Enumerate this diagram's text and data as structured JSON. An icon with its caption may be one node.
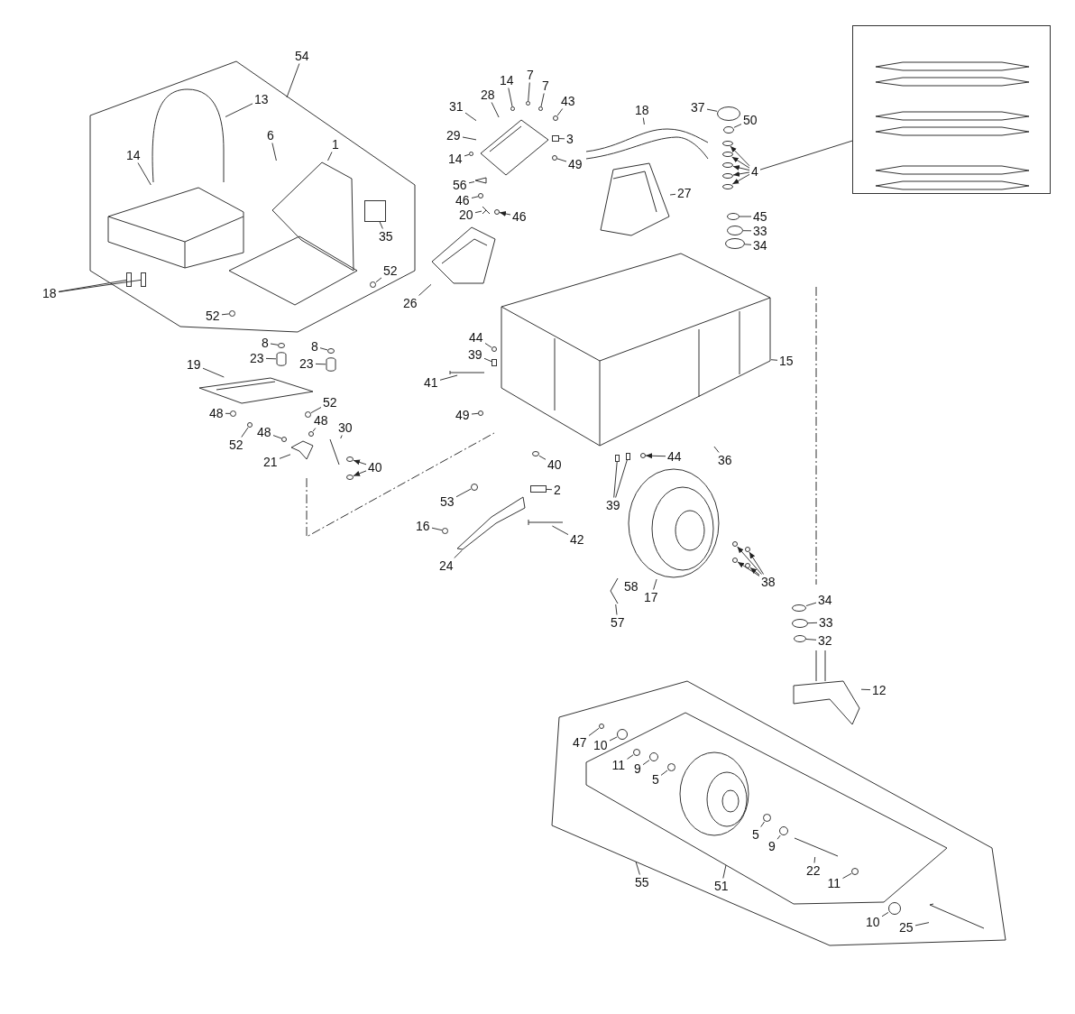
{
  "diagram": {
    "nodes": [
      {
        "text": [
          "54"
        ]
      },
      {
        "text": [
          "13"
        ],
        "in": 81
      },
      {
        "text": [
          "14"
        ],
        "in": 81
      },
      {
        "text": [
          "1"
        ],
        "in": 81
      },
      {
        "text": [
          "6"
        ],
        "in": 81
      },
      {
        "text": [
          "35"
        ],
        "in": 81
      },
      {
        "text": [
          "18"
        ]
      },
      {
        "text": [
          "52"
        ],
        "in": 81
      },
      {
        "text": [
          "52"
        ],
        "in": 81
      },
      {
        "text": [
          "8"
        ]
      },
      {
        "text": [
          "23"
        ]
      },
      {
        "text": [
          "8"
        ]
      },
      {
        "text": [
          "23"
        ]
      },
      {
        "text": [
          "19"
        ]
      },
      {
        "text": [
          "52"
        ]
      },
      {
        "text": [
          "48"
        ]
      },
      {
        "text": [
          "52"
        ]
      },
      {
        "text": [
          "48"
        ]
      },
      {
        "text": [
          "30"
        ]
      },
      {
        "text": [
          "48"
        ]
      },
      {
        "text": [
          "21"
        ]
      },
      {
        "text": [
          "40"
        ]
      },
      {
        "text": [
          "14"
        ]
      },
      {
        "text": [
          "7"
        ]
      },
      {
        "text": [
          "7"
        ]
      },
      {
        "text": [
          "28"
        ]
      },
      {
        "text": [
          "43"
        ]
      },
      {
        "text": [
          "31"
        ]
      },
      {
        "text": [
          "29"
        ]
      },
      {
        "text": [
          "3"
        ]
      },
      {
        "text": [
          "14"
        ]
      },
      {
        "text": [
          "49"
        ]
      },
      {
        "text": [
          "56"
        ]
      },
      {
        "text": [
          "46"
        ]
      },
      {
        "text": [
          "20"
        ]
      },
      {
        "text": [
          "46"
        ]
      },
      {
        "text": [
          "18"
        ]
      },
      {
        "text": [
          "37"
        ]
      },
      {
        "text": [
          "50"
        ]
      },
      {
        "text": [
          "4"
        ]
      },
      {
        "text": [],
        "shape": "box"
      },
      {
        "text": [
          "27"
        ]
      },
      {
        "text": [
          "45"
        ]
      },
      {
        "text": [
          "33"
        ]
      },
      {
        "text": [
          "34"
        ]
      },
      {
        "text": [
          "26"
        ]
      },
      {
        "text": [
          "44"
        ]
      },
      {
        "text": [
          "39"
        ]
      },
      {
        "text": [
          "15"
        ]
      },
      {
        "text": [
          "41"
        ]
      },
      {
        "text": [
          "49"
        ]
      },
      {
        "text": [
          "36"
        ]
      },
      {
        "text": [
          "40"
        ]
      },
      {
        "text": [
          "44"
        ]
      },
      {
        "text": [
          "53"
        ]
      },
      {
        "text": [
          "2"
        ]
      },
      {
        "text": [
          "39"
        ]
      },
      {
        "text": [
          "16"
        ]
      },
      {
        "text": [
          "24"
        ]
      },
      {
        "text": [
          "42"
        ]
      },
      {
        "text": [
          "38"
        ]
      },
      {
        "text": [
          "58"
        ]
      },
      {
        "text": [
          "17"
        ]
      },
      {
        "text": [
          "57"
        ]
      },
      {
        "text": [
          "34"
        ]
      },
      {
        "text": [
          "33"
        ]
      },
      {
        "text": [
          "32"
        ]
      },
      {
        "text": [
          "12"
        ]
      },
      {
        "text": [
          "47"
        ],
        "in": 82
      },
      {
        "text": [
          "10"
        ],
        "in": 82
      },
      {
        "text": [
          "11"
        ],
        "in": 83
      },
      {
        "text": [
          "9"
        ],
        "in": 83
      },
      {
        "text": [
          "5"
        ],
        "in": 83
      },
      {
        "text": [
          "5"
        ],
        "in": 83
      },
      {
        "text": [
          "9"
        ],
        "in": 83
      },
      {
        "text": [
          "55"
        ]
      },
      {
        "text": [
          "51"
        ],
        "in": 82
      },
      {
        "text": [
          "22"
        ],
        "in": 83
      },
      {
        "text": [
          "11"
        ],
        "in": 83
      },
      {
        "text": [
          "10"
        ],
        "in": 82
      },
      {
        "text": [
          "25"
        ],
        "in": 82
      },
      {
        "text": [],
        "shape": "polygon"
      },
      {
        "text": [],
        "shape": "polygon"
      },
      {
        "text": [],
        "shape": "polygon",
        "in": 82
      },
      {
        "text": [],
        "shape": "picture",
        "in": 81
      },
      {
        "text": [],
        "shape": "picture",
        "in": 81
      },
      {
        "text": [],
        "shape": "box",
        "in": 81
      },
      {
        "text": [],
        "shape": "box",
        "in": 81
      },
      {
        "text": [],
        "shape": "picture",
        "in": 81
      },
      {
        "text": [],
        "shape": "circle",
        "in": 81
      },
      {
        "text": [],
        "shape": "circle",
        "in": 81
      },
      {
        "text": [],
        "shape": "box",
        "in": 81
      },
      {
        "text": [],
        "shape": "circle"
      },
      {
        "text": [],
        "shape": "picture"
      },
      {
        "text": [],
        "shape": "circle"
      },
      {
        "text": [],
        "shape": "picture"
      },
      {
        "text": [],
        "shape": "picture"
      },
      {
        "text": [],
        "shape": "circle"
      },
      {
        "text": [],
        "shape": "circle"
      },
      {
        "text": [],
        "shape": "circle"
      },
      {
        "text": [],
        "shape": "circle"
      },
      {
        "text": [],
        "shape": "picture"
      },
      {
        "text": [],
        "shape": "circle"
      },
      {
        "text": [],
        "shape": "picture"
      },
      {
        "text": [],
        "shape": "circle"
      },
      {
        "text": [],
        "shape": "circle"
      },
      {
        "text": [],
        "shape": "picture"
      },
      {
        "text": [],
        "shape": "circle"
      },
      {
        "text": [],
        "shape": "circle"
      },
      {
        "text": [],
        "shape": "circle"
      },
      {
        "text": [],
        "shape": "circle"
      },
      {
        "text": [],
        "shape": "box"
      },
      {
        "text": [],
        "shape": "circle"
      },
      {
        "text": [],
        "shape": "circle"
      },
      {
        "text": [],
        "shape": "picture"
      },
      {
        "text": [],
        "shape": "circle"
      },
      {
        "text": [],
        "shape": "picture"
      },
      {
        "text": [],
        "shape": "circle"
      },
      {
        "text": [],
        "shape": "picture"
      },
      {
        "text": [],
        "shape": "circle"
      },
      {
        "text": [],
        "shape": "circle"
      },
      {
        "text": [],
        "shape": "circle"
      },
      {
        "text": [],
        "shape": "circle"
      },
      {
        "text": [],
        "shape": "circle"
      },
      {
        "text": [],
        "shape": "circle"
      },
      {
        "text": [],
        "shape": "circle"
      },
      {
        "text": [],
        "shape": "circle"
      },
      {
        "text": [],
        "shape": "circle"
      },
      {
        "text": [],
        "shape": "circle"
      },
      {
        "text": [],
        "shape": "picture"
      },
      {
        "text": [],
        "shape": "picture"
      },
      {
        "text": [],
        "shape": "picture"
      },
      {
        "text": [],
        "shape": "circle"
      },
      {
        "text": [],
        "shape": "box"
      },
      {
        "text": [],
        "shape": "picture"
      },
      {
        "text": [],
        "shape": "circle"
      },
      {
        "text": [],
        "shape": "circle"
      },
      {
        "text": [],
        "shape": "circle"
      },
      {
        "text": [],
        "shape": "box"
      },
      {
        "text": [],
        "shape": "box"
      },
      {
        "text": [],
        "shape": "picture"
      },
      {
        "text": [],
        "shape": "circle"
      },
      {
        "text": [],
        "shape": "circle"
      },
      {
        "text": [],
        "shape": "circle"
      },
      {
        "text": [],
        "shape": "circle"
      },
      {
        "text": [],
        "shape": "picture"
      },
      {
        "text": [],
        "shape": "picture"
      },
      {
        "text": [],
        "shape": "circle"
      },
      {
        "text": [],
        "shape": "box"
      },
      {
        "text": [],
        "shape": "circle"
      },
      {
        "text": [],
        "shape": "picture"
      },
      {
        "text": [],
        "shape": "circle"
      },
      {
        "text": [],
        "shape": "circle"
      },
      {
        "text": [],
        "shape": "circle"
      },
      {
        "text": [],
        "shape": "picture"
      },
      {
        "text": [],
        "shape": "circle",
        "in": 82
      },
      {
        "text": [],
        "shape": "circle",
        "in": 82
      },
      {
        "text": [],
        "shape": "circle",
        "in": 83
      },
      {
        "text": [],
        "shape": "circle",
        "in": 83
      },
      {
        "text": [],
        "shape": "circle",
        "in": 83
      },
      {
        "text": [],
        "shape": "circle",
        "in": 83
      },
      {
        "text": [],
        "shape": "circle",
        "in": 83
      },
      {
        "text": [],
        "shape": "picture",
        "in": 83
      },
      {
        "text": [],
        "shape": "circle",
        "in": 83
      },
      {
        "text": [],
        "shape": "circle",
        "in": 82
      },
      {
        "text": [],
        "shape": "picture",
        "in": 82
      }
    ],
    "edges": [
      {
        "from": 0,
        "to": 81,
        "arrow": "none"
      },
      {
        "from": 1,
        "to": 84,
        "arrow": "none"
      },
      {
        "from": 2,
        "to": 85,
        "arrow": "none"
      },
      {
        "from": 3,
        "to": 88,
        "arrow": "none"
      },
      {
        "from": 4,
        "to": 88,
        "arrow": "none"
      },
      {
        "from": 5,
        "to": 91,
        "arrow": "none"
      },
      {
        "from": 6,
        "to": 86,
        "arrow": "none"
      },
      {
        "from": 6,
        "to": 87,
        "arrow": "none"
      },
      {
        "from": 7,
        "to": 89,
        "arrow": "none"
      },
      {
        "from": 8,
        "to": 90,
        "arrow": "none"
      },
      {
        "from": 9,
        "to": 92,
        "arrow": "none"
      },
      {
        "from": 10,
        "to": 93,
        "arrow": "none"
      },
      {
        "from": 11,
        "to": 94,
        "arrow": "none"
      },
      {
        "from": 12,
        "to": 95,
        "arrow": "none"
      },
      {
        "from": 13,
        "to": 96,
        "arrow": "none"
      },
      {
        "from": 14,
        "to": 97,
        "arrow": "none"
      },
      {
        "from": 15,
        "to": 98,
        "arrow": "none"
      },
      {
        "from": 16,
        "to": 99,
        "arrow": "none"
      },
      {
        "from": 17,
        "to": 100,
        "arrow": "none"
      },
      {
        "from": 18,
        "to": 101,
        "arrow": "none"
      },
      {
        "from": 19,
        "to": 102,
        "arrow": "none"
      },
      {
        "from": 20,
        "to": 103,
        "arrow": "none"
      },
      {
        "from": 21,
        "to": 104,
        "arrow": "to"
      },
      {
        "from": 21,
        "to": 105,
        "arrow": "to"
      },
      {
        "from": 22,
        "to": 107,
        "arrow": "none"
      },
      {
        "from": 23,
        "to": 108,
        "arrow": "none"
      },
      {
        "from": 24,
        "to": 109,
        "arrow": "none"
      },
      {
        "from": 25,
        "to": 106,
        "arrow": "none"
      },
      {
        "from": 26,
        "to": 110,
        "arrow": "none"
      },
      {
        "from": 27,
        "to": 106,
        "arrow": "none"
      },
      {
        "from": 28,
        "to": 106,
        "arrow": "none"
      },
      {
        "from": 29,
        "to": 111,
        "arrow": "none"
      },
      {
        "from": 30,
        "to": 112,
        "arrow": "none"
      },
      {
        "from": 31,
        "to": 113,
        "arrow": "none"
      },
      {
        "from": 32,
        "to": 114,
        "arrow": "none"
      },
      {
        "from": 33,
        "to": 115,
        "arrow": "none"
      },
      {
        "from": 34,
        "to": 116,
        "arrow": "none"
      },
      {
        "from": 35,
        "to": 117,
        "arrow": "to"
      },
      {
        "from": 36,
        "to": 118,
        "arrow": "none"
      },
      {
        "from": 37,
        "to": 119,
        "arrow": "none"
      },
      {
        "from": 38,
        "to": 120,
        "arrow": "none"
      },
      {
        "from": 39,
        "to": 121,
        "arrow": "to"
      },
      {
        "from": 39,
        "to": 122,
        "arrow": "to"
      },
      {
        "from": 39,
        "to": 123,
        "arrow": "to"
      },
      {
        "from": 39,
        "to": 124,
        "arrow": "to"
      },
      {
        "from": 39,
        "to": 125,
        "arrow": "to"
      },
      {
        "from": 39,
        "to": 40,
        "arrow": "none"
      },
      {
        "from": 41,
        "to": 129,
        "arrow": "none"
      },
      {
        "from": 42,
        "to": 126,
        "arrow": "none"
      },
      {
        "from": 43,
        "to": 127,
        "arrow": "none"
      },
      {
        "from": 44,
        "to": 128,
        "arrow": "none"
      },
      {
        "from": 45,
        "to": 130,
        "arrow": "none"
      },
      {
        "from": 46,
        "to": 132,
        "arrow": "none"
      },
      {
        "from": 47,
        "to": 133,
        "arrow": "none"
      },
      {
        "from": 48,
        "to": 131,
        "arrow": "none"
      },
      {
        "from": 49,
        "to": 134,
        "arrow": "none"
      },
      {
        "from": 50,
        "to": 135,
        "arrow": "none"
      },
      {
        "from": 51,
        "to": 131,
        "arrow": "none"
      },
      {
        "from": 52,
        "to": 136,
        "arrow": "none"
      },
      {
        "from": 53,
        "to": 137,
        "arrow": "to"
      },
      {
        "from": 54,
        "to": 147,
        "arrow": "none"
      },
      {
        "from": 55,
        "to": 148,
        "arrow": "none"
      },
      {
        "from": 56,
        "to": 138,
        "arrow": "none"
      },
      {
        "from": 56,
        "to": 139,
        "arrow": "none"
      },
      {
        "from": 57,
        "to": 149,
        "arrow": "none"
      },
      {
        "from": 58,
        "to": 146,
        "arrow": "none"
      },
      {
        "from": 59,
        "to": 150,
        "arrow": "none"
      },
      {
        "from": 60,
        "to": 141,
        "arrow": "to"
      },
      {
        "from": 60,
        "to": 142,
        "arrow": "to"
      },
      {
        "from": 60,
        "to": 143,
        "arrow": "to"
      },
      {
        "from": 60,
        "to": 144,
        "arrow": "to"
      },
      {
        "from": 62,
        "to": 140,
        "arrow": "none"
      },
      {
        "from": 63,
        "to": 145,
        "arrow": "none"
      },
      {
        "from": 64,
        "to": 151,
        "arrow": "none"
      },
      {
        "from": 65,
        "to": 152,
        "arrow": "none"
      },
      {
        "from": 66,
        "to": 153,
        "arrow": "none"
      },
      {
        "from": 67,
        "to": 154,
        "arrow": "none"
      },
      {
        "from": 68,
        "to": 155,
        "arrow": "none"
      },
      {
        "from": 69,
        "to": 156,
        "arrow": "none"
      },
      {
        "from": 70,
        "to": 157,
        "arrow": "none"
      },
      {
        "from": 71,
        "to": 158,
        "arrow": "none"
      },
      {
        "from": 72,
        "to": 159,
        "arrow": "none"
      },
      {
        "from": 73,
        "to": 160,
        "arrow": "none"
      },
      {
        "from": 74,
        "to": 161,
        "arrow": "none"
      },
      {
        "from": 75,
        "to": 82,
        "arrow": "none"
      },
      {
        "from": 76,
        "to": 83,
        "arrow": "none"
      },
      {
        "from": 77,
        "to": 162,
        "arrow": "none"
      },
      {
        "from": 78,
        "to": 163,
        "arrow": "none"
      },
      {
        "from": 79,
        "to": 164,
        "arrow": "none"
      },
      {
        "from": 80,
        "to": 165,
        "arrow": "none"
      }
    ]
  }
}
